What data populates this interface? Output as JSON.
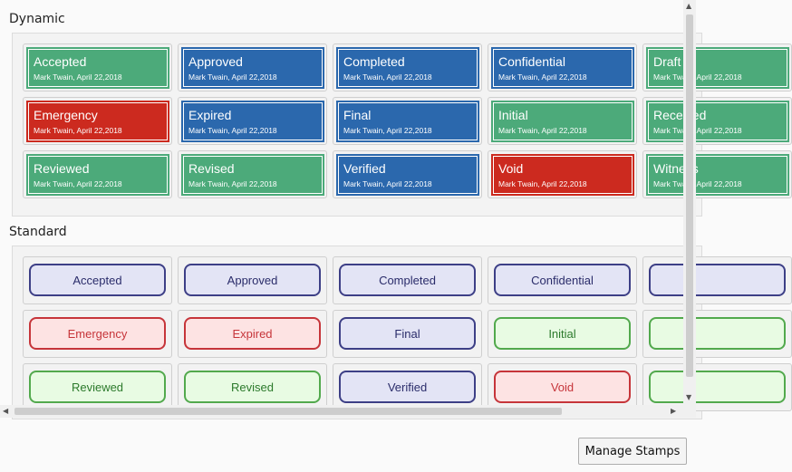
{
  "sections": {
    "dynamic_title": "Dynamic",
    "standard_title": "Standard"
  },
  "colors": {
    "green": "#4caa7a",
    "blue": "#2b68ad",
    "red": "#cc2a1f",
    "std_blue_border": "#3d3f86",
    "std_blue_fill": "#e3e4f5",
    "std_blue_text": "#2a2c6a",
    "std_red_border": "#c6353a",
    "std_red_fill": "#fde3e3",
    "std_red_text": "#c6353a",
    "std_green_border": "#52a94d",
    "std_green_fill": "#e8fbe3",
    "std_green_text": "#2c7a2c"
  },
  "dynamic": [
    {
      "title": "Accepted",
      "subtitle": "Mark Twain, April 22,2018",
      "color": "green"
    },
    {
      "title": "Approved",
      "subtitle": "Mark Twain, April 22,2018",
      "color": "blue"
    },
    {
      "title": "Completed",
      "subtitle": "Mark Twain, April 22,2018",
      "color": "blue"
    },
    {
      "title": "Confidential",
      "subtitle": "Mark Twain, April 22,2018",
      "color": "blue"
    },
    {
      "title": "Draft",
      "subtitle": "Mark Twain, April 22,2018",
      "color": "green"
    },
    {
      "title": "Emergency",
      "subtitle": "Mark Twain, April 22,2018",
      "color": "red"
    },
    {
      "title": "Expired",
      "subtitle": "Mark Twain, April 22,2018",
      "color": "blue"
    },
    {
      "title": "Final",
      "subtitle": "Mark Twain, April 22,2018",
      "color": "blue"
    },
    {
      "title": "Initial",
      "subtitle": "Mark Twain, April 22,2018",
      "color": "green"
    },
    {
      "title": "Received",
      "subtitle": "Mark Twain, April 22,2018",
      "color": "green"
    },
    {
      "title": "Reviewed",
      "subtitle": "Mark Twain, April 22,2018",
      "color": "green"
    },
    {
      "title": "Revised",
      "subtitle": "Mark Twain, April 22,2018",
      "color": "green"
    },
    {
      "title": "Verified",
      "subtitle": "Mark Twain, April 22,2018",
      "color": "blue"
    },
    {
      "title": "Void",
      "subtitle": "Mark Twain, April 22,2018",
      "color": "red"
    },
    {
      "title": "Witness",
      "subtitle": "Mark Twain, April 22,2018",
      "color": "green"
    }
  ],
  "standard": [
    {
      "label": "Accepted",
      "style": "blue"
    },
    {
      "label": "Approved",
      "style": "blue"
    },
    {
      "label": "Completed",
      "style": "blue"
    },
    {
      "label": "Confidential",
      "style": "blue"
    },
    {
      "label": "",
      "style": "blue"
    },
    {
      "label": "Emergency",
      "style": "red"
    },
    {
      "label": "Expired",
      "style": "red"
    },
    {
      "label": "Final",
      "style": "blue"
    },
    {
      "label": "Initial",
      "style": "green"
    },
    {
      "label": "",
      "style": "green"
    },
    {
      "label": "Reviewed",
      "style": "green"
    },
    {
      "label": "Revised",
      "style": "green"
    },
    {
      "label": "Verified",
      "style": "blue"
    },
    {
      "label": "Void",
      "style": "red"
    },
    {
      "label": "",
      "style": "green"
    }
  ],
  "icons": {
    "scroll_up": "▲",
    "scroll_down": "▼",
    "scroll_left": "◀",
    "scroll_right": "▶"
  },
  "buttons": {
    "manage_stamps": "Manage Stamps"
  }
}
